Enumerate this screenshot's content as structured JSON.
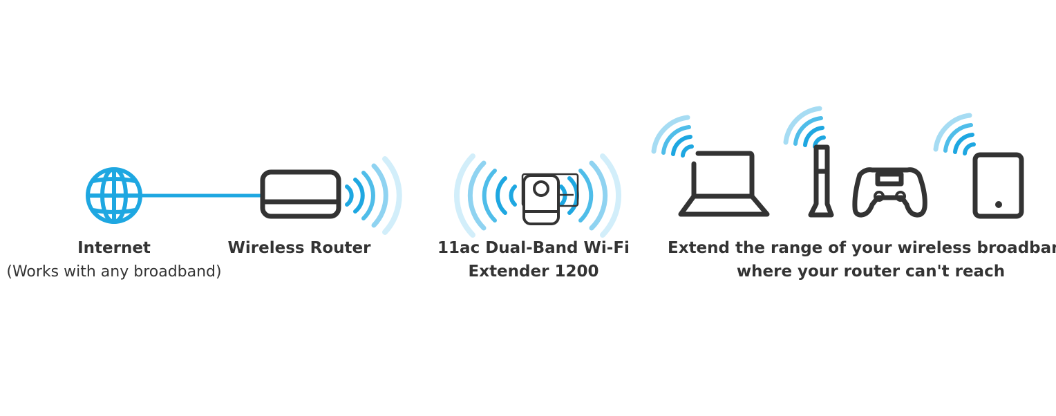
{
  "colors": {
    "accent": "#1ea7e1",
    "icon": "#333333",
    "text": "#333333"
  },
  "nodes": [
    {
      "icon": "globe-icon",
      "title": "Internet",
      "subtitle": "(Works with any broadband)"
    },
    {
      "icon": "router-icon",
      "title": "Wireless Router"
    },
    {
      "icon": "extender-icon",
      "title": "11ac Dual-Band Wi-Fi",
      "subtitle": "Extender 1200"
    },
    {
      "icon": "devices-icon",
      "title": "Extend the range of your wireless broadband",
      "subtitle": "where your router can't reach"
    }
  ]
}
